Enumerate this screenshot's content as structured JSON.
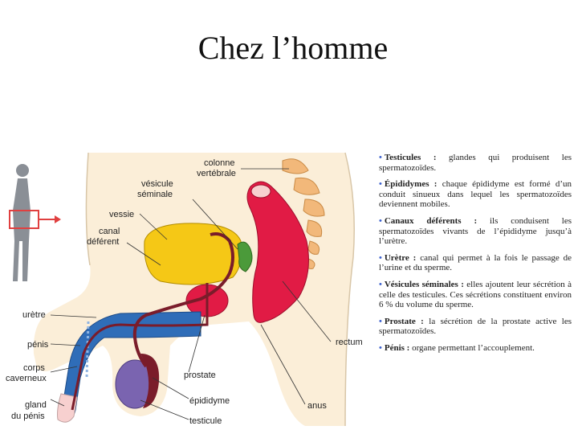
{
  "title": "Chez l’homme",
  "labels": {
    "colonne": "colonne",
    "vertebrale": "vertébrale",
    "vesicule": "vésicule",
    "seminale": "séminale",
    "vessie": "vessie",
    "canal": "canal",
    "deferent": "déférent",
    "uretre": "urètre",
    "penis": "pénis",
    "corps": "corps",
    "caverneux": "caverneux",
    "gland": "gland",
    "du_penis": "du pénis",
    "prostate": "prostate",
    "epididyme": "épididyme",
    "testicule": "testicule",
    "rectum": "rectum",
    "anus": "anus"
  },
  "notes": [
    {
      "term": "Testicules :",
      "text": "glandes qui produisent les spermatozoïdes."
    },
    {
      "term": "Épididymes :",
      "text": "chaque épididyme est formé d’un conduit sinueux dans lequel les spermatozoïdes deviennent mobiles."
    },
    {
      "term": "Canaux déférents :",
      "text": "ils conduisent les spermatozoïdes vivants de l’épididyme jusqu’à l’urètre."
    },
    {
      "term": "Urètre :",
      "text": "canal qui permet à la fois le passage de l’urine et du sperme."
    },
    {
      "term": "Vésicules séminales :",
      "text": "elles ajoutent leur sécrétion à celle des testicules. Ces sécrétions constituent environ 6 % du volume du sperme."
    },
    {
      "term": "Prostate :",
      "text": "la sécrétion de la prostate active les spermatozoïdes."
    },
    {
      "term": "Pénis :",
      "text": "organe permettant l’accouplement."
    }
  ],
  "colors": {
    "skin": "#fbeed8",
    "bladder": "#f5c816",
    "rectum": "#e11b45",
    "penis": "#2f6db8",
    "duct": "#7a1c2a",
    "testis": "#7a64b0",
    "vesicle": "#4b9a3a",
    "vertebra": "#f2b87a",
    "silhouette": "#8a8f96",
    "arrow": "#e04040"
  }
}
